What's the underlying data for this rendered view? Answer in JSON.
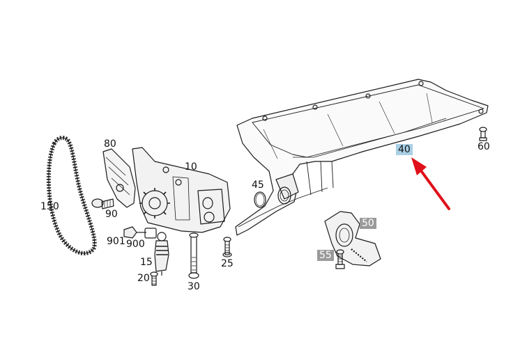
{
  "colors": {
    "line": "#1a1a1a",
    "selected_highlight": "#a9cfe6",
    "secondary_highlight": "#9a9a9a",
    "arrow": "#e0101a",
    "background": "#ffffff"
  },
  "callouts": [
    {
      "id": "150",
      "text": "150",
      "style": "plain"
    },
    {
      "id": "80",
      "text": "80",
      "style": "plain"
    },
    {
      "id": "90",
      "text": "90",
      "style": "plain"
    },
    {
      "id": "10",
      "text": "10",
      "style": "plain"
    },
    {
      "id": "901",
      "text": "901",
      "style": "plain"
    },
    {
      "id": "900",
      "text": "900",
      "style": "plain"
    },
    {
      "id": "15",
      "text": "15",
      "style": "plain"
    },
    {
      "id": "20",
      "text": "20",
      "style": "plain"
    },
    {
      "id": "30",
      "text": "30",
      "style": "plain"
    },
    {
      "id": "25",
      "text": "25",
      "style": "plain"
    },
    {
      "id": "45",
      "text": "45",
      "style": "plain"
    },
    {
      "id": "40",
      "text": "40",
      "style": "selected"
    },
    {
      "id": "60",
      "text": "60",
      "style": "plain"
    },
    {
      "id": "50",
      "text": "50",
      "style": "gray"
    },
    {
      "id": "55",
      "text": "55",
      "style": "gray"
    }
  ],
  "pointer": {
    "icon": "red-arrow-icon",
    "target": "40"
  }
}
